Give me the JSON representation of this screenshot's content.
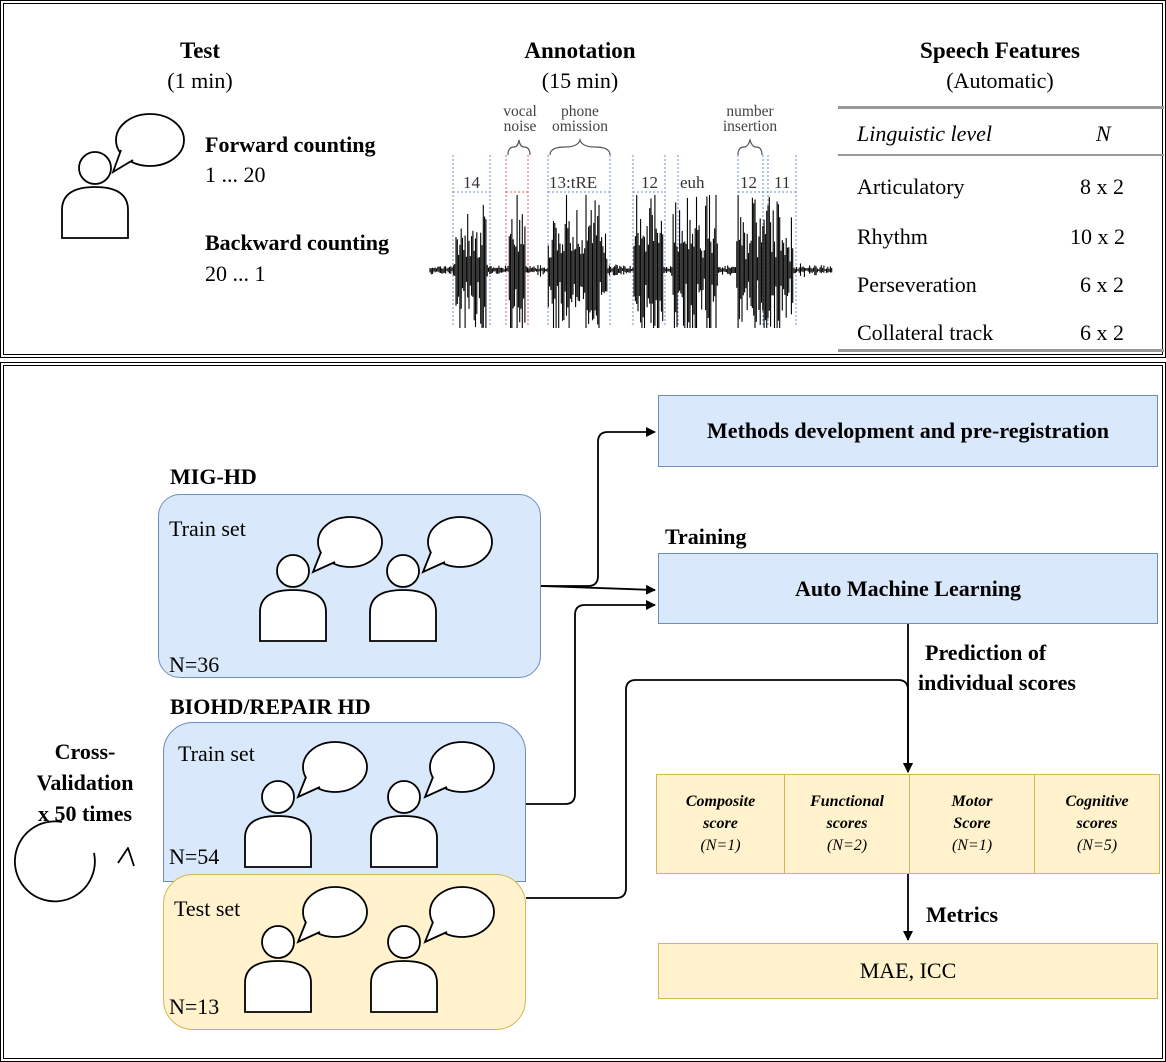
{
  "top": {
    "test": {
      "title": "Test",
      "duration": "(1 min)",
      "forward_title": "Forward counting",
      "forward_range": "1 ... 20",
      "backward_title": "Backward counting",
      "backward_range": "20 ... 1"
    },
    "annotation": {
      "title": "Annotation",
      "duration": "(15 min)",
      "labels": {
        "vocal": "vocal",
        "noise": "noise",
        "phone": "phone",
        "omission": "omission",
        "number": "number",
        "insertion": "insertion"
      },
      "segments": [
        "14",
        "13:tRE",
        "12",
        "euh",
        "12",
        "11"
      ]
    },
    "features": {
      "title": "Speech Features",
      "subtitle": "(Automatic)",
      "header_level": "Linguistic level",
      "header_n": "N",
      "rows": [
        {
          "level": "Articulatory",
          "n": "8 x 2"
        },
        {
          "level": "Rhythm",
          "n": "10 x 2"
        },
        {
          "level": "Perseveration",
          "n": "6 x 2"
        },
        {
          "level": "Collateral track",
          "n": "6 x 2"
        }
      ]
    }
  },
  "bottom": {
    "mighd": {
      "title": "MIG-HD",
      "train_label": "Train set",
      "n": "N=36"
    },
    "biohd": {
      "title": "BIOHD/REPAIR HD",
      "train_label": "Train set",
      "train_n": "N=54",
      "test_label": "Test set",
      "test_n": "N=13"
    },
    "cross_validation": [
      "Cross-",
      "Validation",
      "x 50 times"
    ],
    "methods_box": "Methods development and pre-registration",
    "training_label": "Training",
    "automl_box": "Auto Machine Learning",
    "prediction_label": [
      "Prediction of",
      "individual scores"
    ],
    "scores": [
      {
        "line1": "Composite",
        "line2": "score",
        "n": "(N=1)"
      },
      {
        "line1": "Functional",
        "line2": "scores",
        "n": "(N=2)"
      },
      {
        "line1": "Motor",
        "line2": "Score",
        "n": "(N=1)"
      },
      {
        "line1": "Cognitive",
        "line2": "scores",
        "n": "(N=5)"
      }
    ],
    "metrics_label": "Metrics",
    "metrics_box": "MAE, ICC"
  }
}
